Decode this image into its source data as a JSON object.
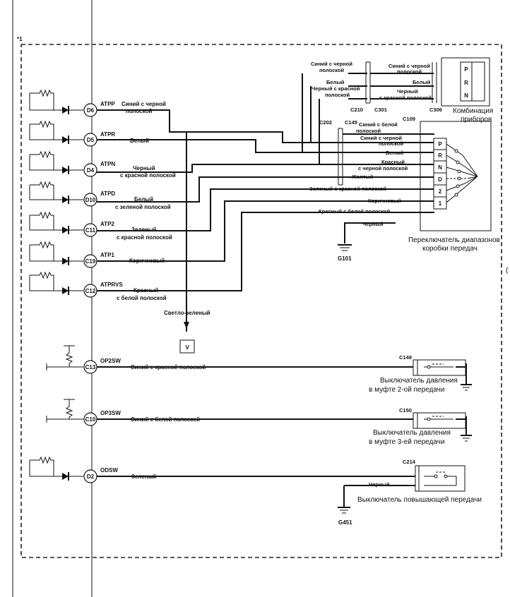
{
  "frame": {
    "marker": "*1"
  },
  "pins": [
    {
      "id": "D6",
      "signal": "ATPP",
      "wire": [
        "Синий с черной",
        "полоской"
      ]
    },
    {
      "id": "D5",
      "signal": "ATPR",
      "wire": [
        "Белый"
      ]
    },
    {
      "id": "D4",
      "signal": "ATPN",
      "wire": [
        "Черный",
        "с красной полоской"
      ]
    },
    {
      "id": "D10",
      "signal": "ATPD",
      "wire": [
        "Белый",
        "с зеленой полоской"
      ]
    },
    {
      "id": "C11",
      "signal": "ATP2",
      "wire": [
        "Зеленый",
        "с красной полоской"
      ]
    },
    {
      "id": "C19",
      "signal": "ATP1",
      "wire": [
        "Коричневый"
      ]
    },
    {
      "id": "C12",
      "signal": "ATPRVS",
      "wire": [
        "Красный",
        "с белой полоской"
      ]
    },
    {
      "id": "C13",
      "signal": "OP2SW",
      "wire": [
        "Синий с красной полоской"
      ]
    },
    {
      "id": "C10",
      "signal": "OP3SW",
      "wire": [
        "Синий с белой полоской"
      ]
    },
    {
      "id": "D2",
      "signal": "ODSW",
      "wire": [
        "Зеленый"
      ]
    }
  ],
  "light_green": {
    "wire": "Светло-зеленый",
    "box": "V"
  },
  "connectors": {
    "c202": "C202",
    "c145": "C145",
    "c109": "C109",
    "c210": "C210",
    "c301": "C301",
    "c306": "C306",
    "c149": "C149",
    "c150": "C150",
    "c214": "C214"
  },
  "top_left_labels": [
    [
      "Синий с черной",
      "полоской"
    ],
    [
      "Белый"
    ],
    [
      "Черный с красной",
      "полоской"
    ]
  ],
  "top_right_labels": [
    [
      "Синий с черной",
      "полоской"
    ],
    [
      "Белый"
    ],
    [
      "Черный",
      "с красной полоской"
    ]
  ],
  "cluster": {
    "letters": [
      "P",
      "R",
      "N"
    ],
    "caption": [
      "Комбинация",
      "приборов"
    ]
  },
  "switch_wires": [
    [
      "Синий с белой",
      "полоской"
    ],
    [
      "Синий с черной",
      "полоской"
    ],
    [
      "Белый"
    ],
    [
      "Красный",
      "с черной полоской"
    ],
    [
      "Желтый"
    ],
    [
      "Зеленый с красной полоской"
    ],
    [
      "Коричневый"
    ],
    [
      "Красный с белой полоской"
    ],
    [
      "Черный"
    ]
  ],
  "range_switch": {
    "letters": [
      "P",
      "R",
      "N",
      "D",
      "2",
      "1"
    ],
    "caption": [
      "Переключатель диапазонов",
      "коробки передач"
    ]
  },
  "grounds": {
    "g101": "G101",
    "g451": "G451"
  },
  "pressure_switches": [
    {
      "connector": "C149",
      "caption": [
        "Выключатель давления",
        "в муфте 2-ой передачи"
      ]
    },
    {
      "connector": "C150",
      "caption": [
        "Выключатель давления",
        "в муфте 3-ей передачи"
      ]
    }
  ],
  "overdrive": {
    "wire": "Черный",
    "caption": "Выключатель повышающей передачи"
  },
  "edge_mark": "("
}
